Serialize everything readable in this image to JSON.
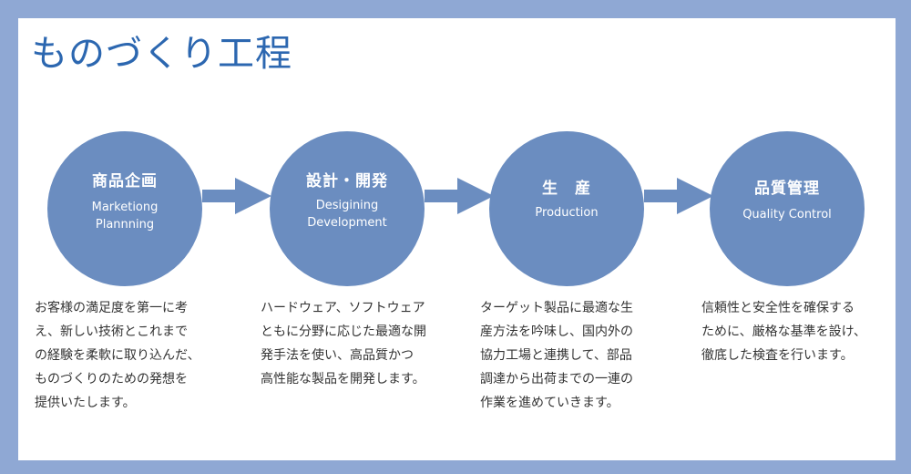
{
  "title": "ものづくり工程",
  "steps": [
    {
      "name_ja": "商品企画",
      "name_en": [
        "Marketiong",
        "Plannning"
      ],
      "description": [
        "お客様の満足度を第一に考",
        "え、新しい技術とこれまで",
        "の経験を柔軟に取り込んだ、",
        "ものづくりのための発想を",
        "提供いたします。"
      ]
    },
    {
      "name_ja": "設計・開発",
      "name_en": [
        "Desigining",
        "Development"
      ],
      "description": [
        "ハードウェア、ソフトウェア",
        "ともに分野に応じた最適な開",
        "発手法を使い、高品質かつ",
        "高性能な製品を開発します。"
      ]
    },
    {
      "name_ja": "生　産",
      "name_en": [
        "Production"
      ],
      "description": [
        "ターゲット製品に最適な生",
        "産方法を吟味し、国内外の",
        "協力工場と連携して、部品",
        "調達から出荷までの一連の",
        "作業を進めていきます。"
      ]
    },
    {
      "name_ja": "品質管理",
      "name_en": [
        "Quality Control"
      ],
      "description": [
        "信頼性と安全性を確保する",
        "ために、厳格な基準を設け、",
        "徹底した検査を行います。"
      ]
    }
  ],
  "colors": {
    "background": "#8fa8d4",
    "panel": "#ffffff",
    "circle": "#6b8dc0",
    "arrow": "#6b8dc0",
    "title": "#2c67b0",
    "text": "#333333"
  }
}
